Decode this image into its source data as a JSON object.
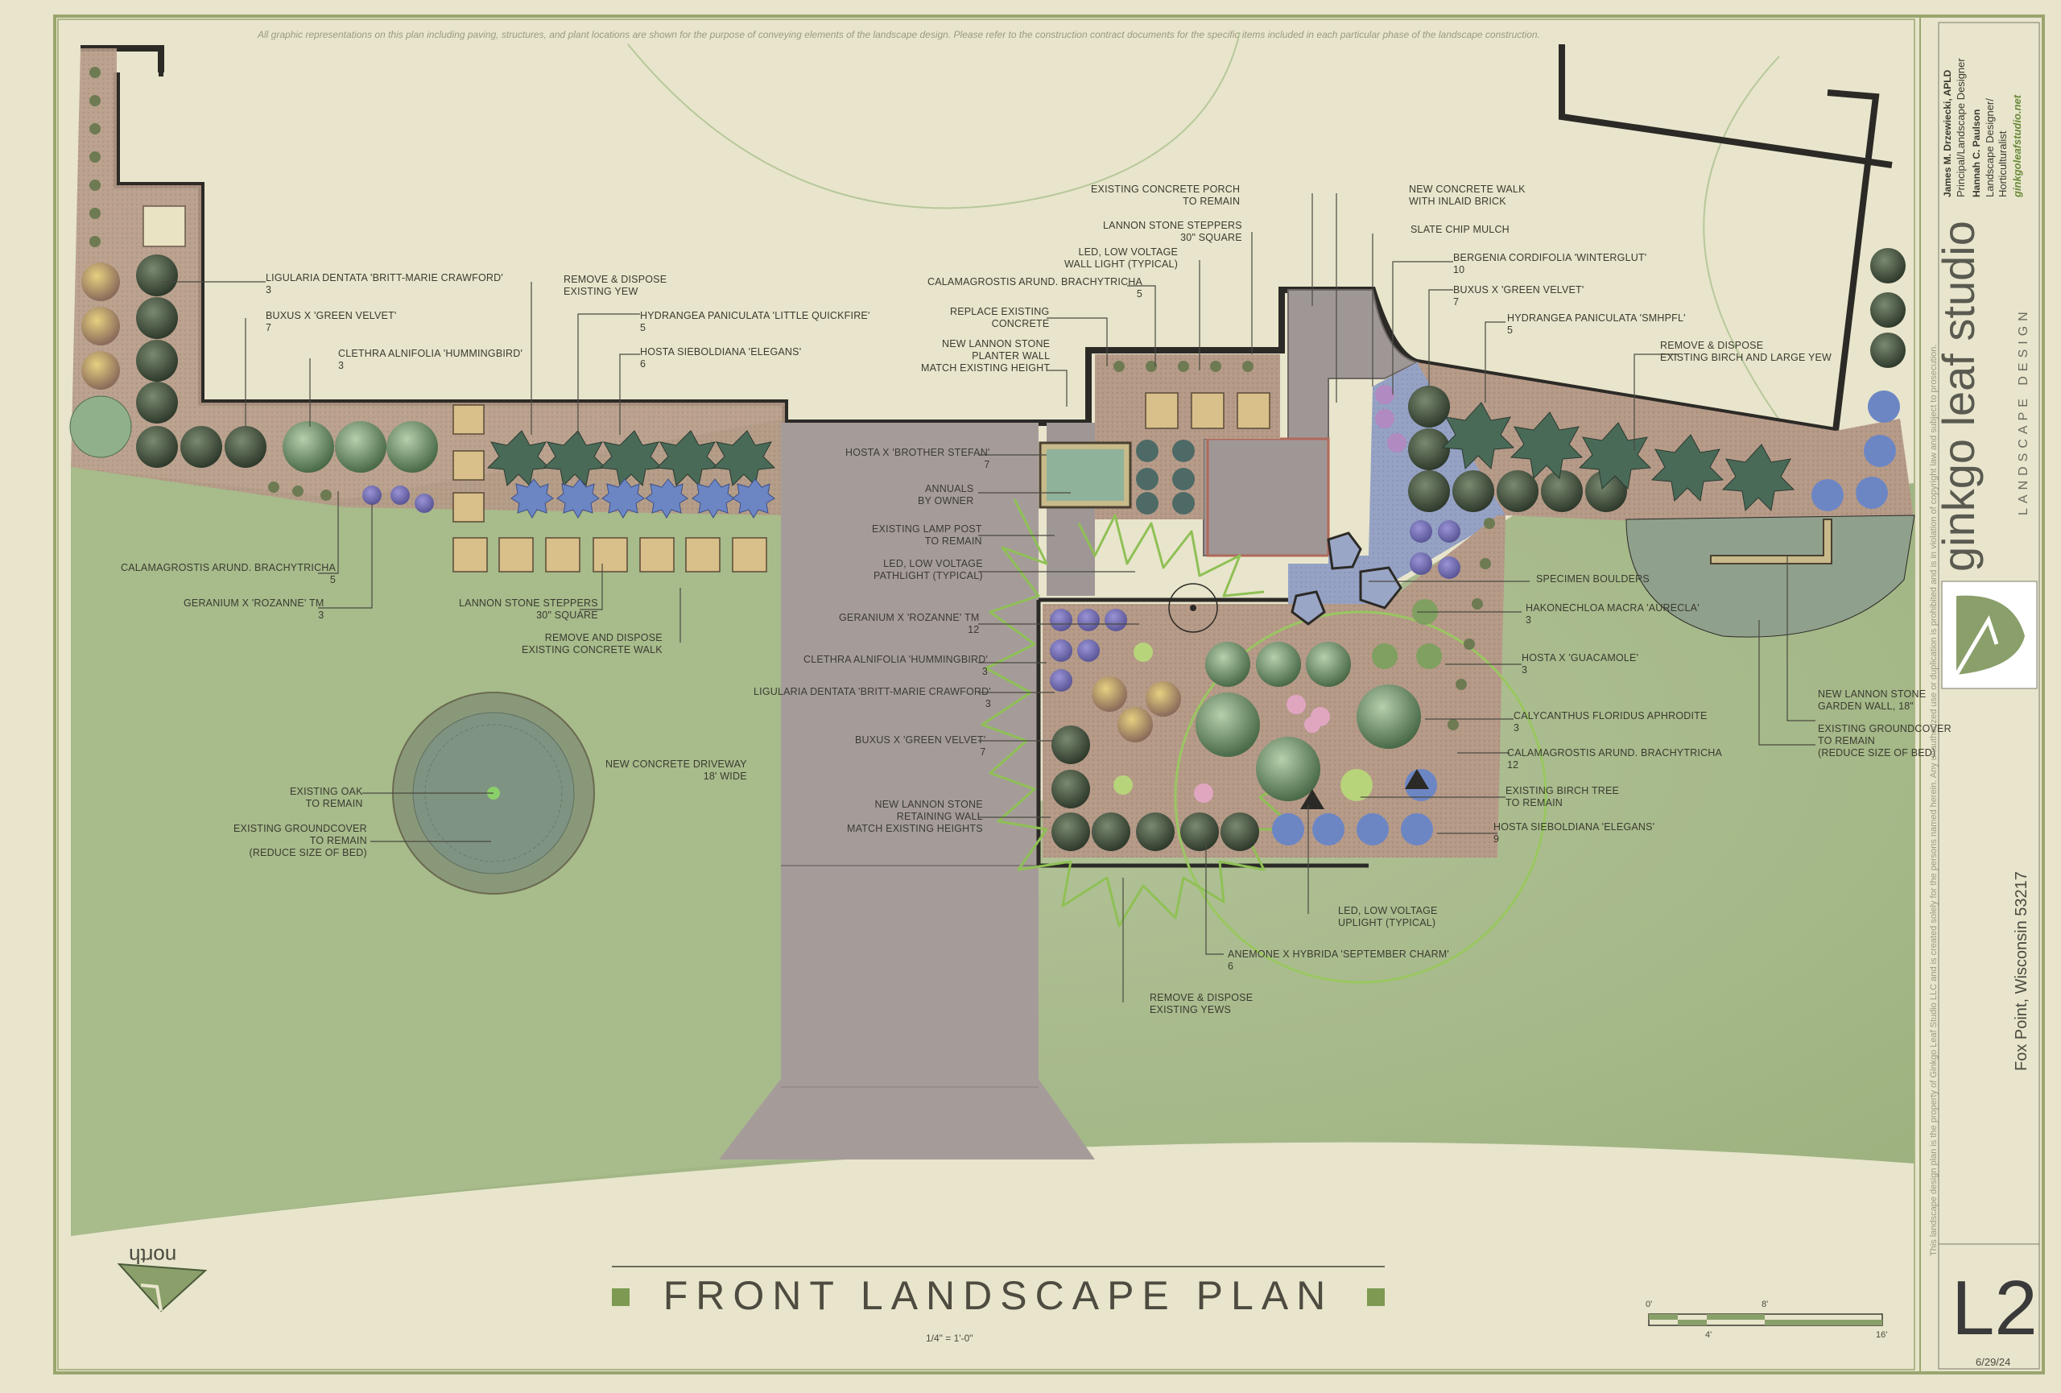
{
  "disclaimer": "All graphic representations on this plan including paving, structures, and plant locations are shown for the purpose of conveying elements of the landscape design.  Please refer to the construction contract documents for the specific items included in each particular phase of the landscape construction.",
  "title": "FRONT LANDSCAPE PLAN",
  "scale": "1/4\" = 1'-0\"",
  "north": "north",
  "scale_bar": {
    "ticks_top": [
      "0'",
      "8'"
    ],
    "ticks_bottom": [
      "4'",
      "16'"
    ]
  },
  "title_block": {
    "designer_1_name": "James M. Drzewiecki, APLD",
    "designer_1_role": "Principal/Landscape Designer",
    "designer_2_name": "Hannah C. Paulson",
    "designer_2_role_a": "Landscape Designer/",
    "designer_2_role_b": "Horticulturalist",
    "website": "ginkgoleafstudio.net",
    "brand_name": "ginkgo leaf studio",
    "brand_tagline": "LANDSCAPE DESIGN",
    "copyright": "This landscape design plan is the property of Ginkgo Leaf Studio LLC and is created solely for the persons named herein.  Any unauthorized use or duplication is prohibited and is in violation of copyright law and subject to prosecution.",
    "location": "Fox Point, Wisconsin 53217",
    "sheet_number": "L2",
    "date": "6/29/24"
  },
  "labels": {
    "ligularia_tl": [
      "LIGULARIA DENTATA 'BRITT-MARIE CRAWFORD'",
      "3"
    ],
    "buxus_tl": [
      "BUXUS X 'GREEN VELVET'",
      "7"
    ],
    "clethra_tl": [
      "CLETHRA ALNIFOLIA 'HUMMINGBIRD'",
      "3"
    ],
    "remove_yew": [
      "REMOVE & DISPOSE",
      "EXISTING YEW"
    ],
    "hydrangea_lq": [
      "HYDRANGEA PANICULATA 'LITTLE QUICKFIRE'",
      "5"
    ],
    "hosta_eleg_t": [
      "HOSTA SIEBOLDIANA 'ELEGANS'",
      "6"
    ],
    "calamagrostis_l": [
      "CALAMAGROSTIS ARUND. BRACHYTRICHA",
      "5"
    ],
    "geranium_l": [
      "GERANIUM X 'ROZANNE' TM",
      "3"
    ],
    "lannon_steppers_l": [
      "LANNON STONE STEPPERS",
      "30\" SQUARE"
    ],
    "remove_walk": [
      "REMOVE AND DISPOSE",
      "EXISTING CONCRETE WALK"
    ],
    "existing_oak": [
      "EXISTING OAK",
      "TO REMAIN"
    ],
    "existing_gc_l": [
      "EXISTING GROUNDCOVER",
      "TO REMAIN",
      "(REDUCE SIZE OF BED)"
    ],
    "driveway": [
      "NEW CONCRETE DRIVEWAY",
      "18' WIDE"
    ],
    "porch": [
      "EXISTING CONCRETE PORCH",
      "TO REMAIN"
    ],
    "lannon_steppers_c": [
      "LANNON STONE STEPPERS",
      "30\" SQUARE"
    ],
    "led_wall": [
      "LED, LOW VOLTAGE",
      "WALL LIGHT (TYPICAL)"
    ],
    "calamagrostis_c": [
      "CALAMAGROSTIS ARUND. BRACHYTRICHA",
      "5"
    ],
    "replace_concrete": [
      "REPLACE EXISTING",
      "CONCRETE"
    ],
    "planter_wall": [
      "NEW LANNON STONE",
      "PLANTER WALL",
      "MATCH EXISTING HEIGHT"
    ],
    "hosta_brother": [
      "HOSTA X 'BROTHER STEFAN'",
      "7"
    ],
    "annuals": [
      "ANNUALS",
      "BY OWNER"
    ],
    "lamp_post": [
      "EXISTING LAMP POST",
      "TO REMAIN"
    ],
    "led_path": [
      "LED, LOW VOLTAGE",
      "PATHLIGHT (TYPICAL)"
    ],
    "geranium_c": [
      "GERANIUM X 'ROZANNE' TM",
      "12"
    ],
    "clethra_c": [
      "CLETHRA ALNIFOLIA 'HUMMINGBIRD'",
      "3"
    ],
    "ligularia_c": [
      "LIGULARIA DENTATA 'BRITT-MARIE CRAWFORD'",
      "3"
    ],
    "buxus_c": [
      "BUXUS X 'GREEN VELVET'",
      "7"
    ],
    "retaining_wall": [
      "NEW  LANNON STONE",
      "RETAINING WALL",
      "MATCH EXISTING HEIGHTS"
    ],
    "new_walk": [
      "NEW CONCRETE WALK",
      "WITH INLAID BRICK"
    ],
    "slate_mulch": [
      "SLATE CHIP MULCH"
    ],
    "bergenia": [
      "BERGENIA CORDIFOLIA 'WINTERGLUT'",
      "10"
    ],
    "buxus_r": [
      "BUXUS X 'GREEN VELVET'",
      "7"
    ],
    "hydrangea_sm": [
      "HYDRANGEA PANICULATA 'SMHPFL'",
      "5"
    ],
    "remove_birch": [
      "REMOVE & DISPOSE",
      "EXISTING BIRCH AND LARGE YEW"
    ],
    "boulders": [
      "SPECIMEN BOULDERS"
    ],
    "hakonechloa": [
      "HAKONECHLOA MACRA 'AURECLA'",
      "3"
    ],
    "hosta_guac": [
      "HOSTA X 'GUACAMOLE'",
      "3"
    ],
    "calycanthus": [
      "CALYCANTHUS FLORIDUS APHRODITE",
      "3"
    ],
    "calamagrostis_r": [
      "CALAMAGROSTIS ARUND. BRACHYTRICHA",
      "12"
    ],
    "birch_remain": [
      "EXISTING BIRCH TREE",
      "TO REMAIN"
    ],
    "hosta_eleg_r": [
      "HOSTA SIEBOLDIANA 'ELEGANS'",
      "9"
    ],
    "led_uplight": [
      "LED, LOW VOLTAGE",
      "UPLIGHT (TYPICAL)"
    ],
    "anemone": [
      "ANEMONE X HYBRIDA 'SEPTEMBER CHARM'",
      "6"
    ],
    "remove_yews": [
      "REMOVE & DISPOSE",
      "EXISTING YEWS"
    ],
    "garden_wall": [
      "NEW LANNON STONE",
      "GARDEN WALL, 18\""
    ],
    "existing_gc_r": [
      "EXISTING GROUNDCOVER",
      "TO REMAIN",
      "(REDUCE SIZE OF BED)"
    ]
  },
  "colors": {
    "paper": "#e8e5cc",
    "lawn": "#a9bd8e",
    "mulch": "#b89a86",
    "paving": "#a49a97",
    "wall": "#2c2a26",
    "slate": "#9aa6c6",
    "accent": "#7e9a52"
  }
}
